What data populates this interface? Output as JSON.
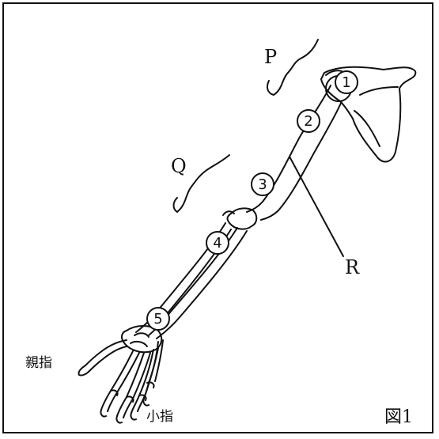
{
  "labels": {
    "P": "P",
    "Q": "Q",
    "R": "R",
    "thumb": "親指",
    "little_finger": "小指",
    "figure": "図1"
  },
  "markers": [
    "1",
    "2",
    "3",
    "4",
    "5"
  ]
}
